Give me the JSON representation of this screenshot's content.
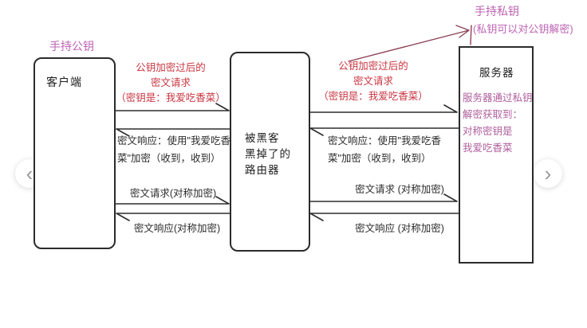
{
  "nav": {
    "prev_icon": "‹",
    "next_icon": "›"
  },
  "annotations": {
    "client_key_label": "手持公钥",
    "server_key_label": "手持私钥",
    "server_key_note": "(私钥可以对公钥解密)"
  },
  "nodes": {
    "client_label": "客户端",
    "router_lines": [
      "被黑客",
      "黑掉了的",
      "路由器"
    ],
    "server_label": "服务器",
    "server_note_lines": [
      "服务器通过私钥",
      "解密获取到：",
      "对称密钥是",
      "我爱吃香菜"
    ]
  },
  "messages": {
    "pubkey_request_left": [
      "公钥加密过后的",
      "密文请求",
      "（密钥是：我爱吃香菜）"
    ],
    "pubkey_request_right": [
      "公钥加密过后的",
      "密文请求",
      "（密钥是：我爱吃香菜）"
    ],
    "cipher_response_left": [
      "密文响应：使用\"我爱吃香",
      "菜\"加密（收到，收到）"
    ],
    "cipher_response_right": [
      "密文响应：使用\"我爱吃香",
      "菜\"加密（收到，收到）"
    ],
    "sym_request_left": "密文请求(对称加密)",
    "sym_response_left": "密文响应(对称加密)",
    "sym_request_right": "密文请求 (对称加密)",
    "sym_response_right": "密文响应 (对称加密)"
  },
  "colors": {
    "red_text": "#c93540",
    "magenta_text": "#bd63b3",
    "server_note_text": "#b05f9d",
    "line": "#2d2d2d",
    "diagonal_arrow": "#8e4156",
    "border": "#2b2b2b"
  }
}
